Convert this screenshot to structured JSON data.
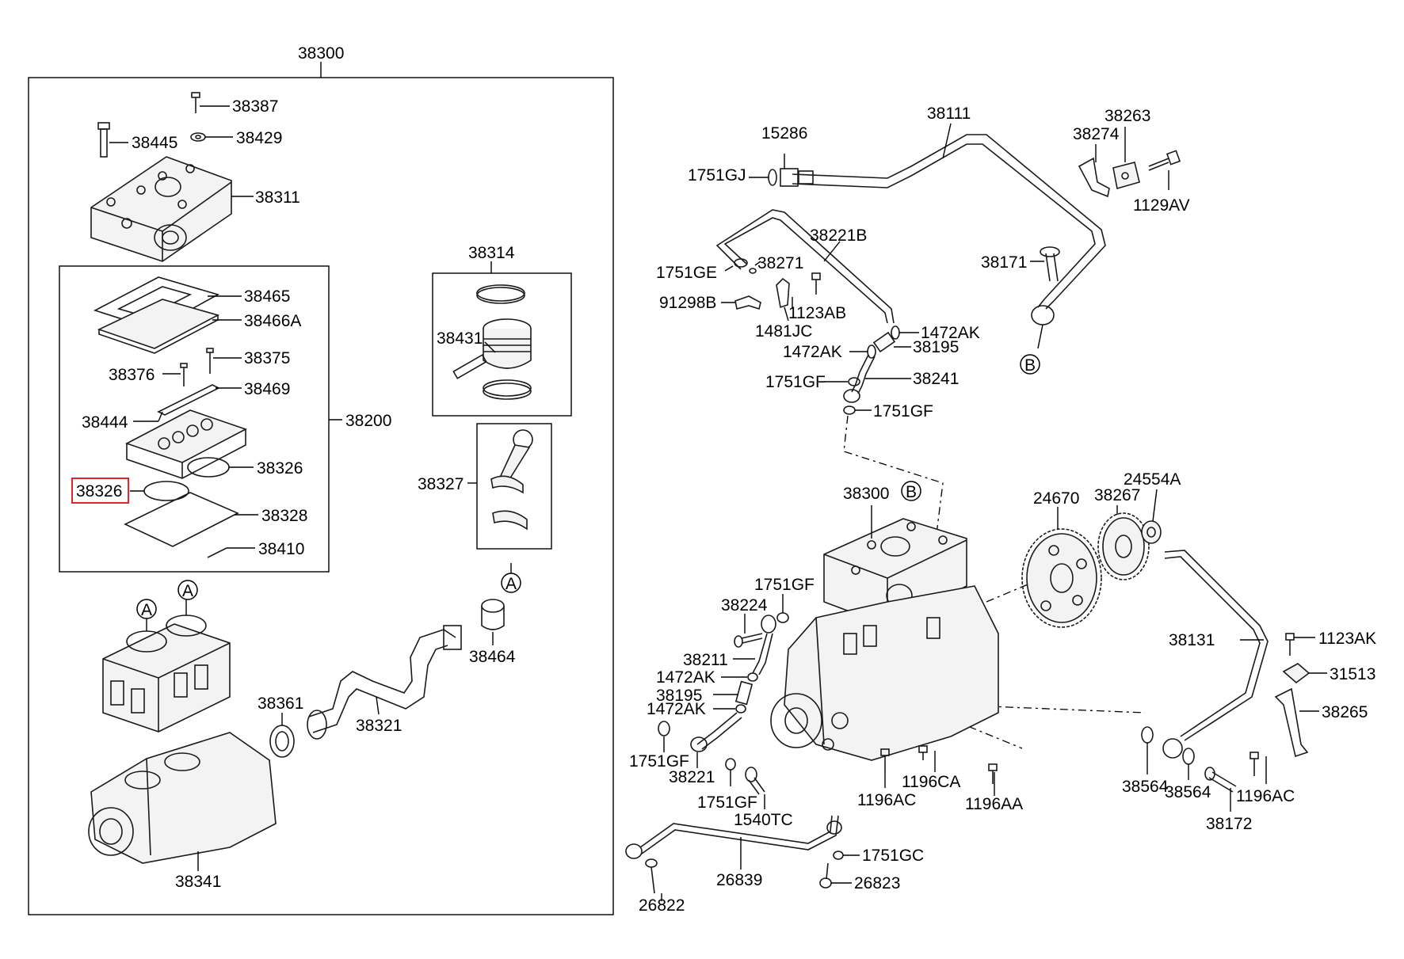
{
  "refs": {
    "A1": "A",
    "A2": "A",
    "A3": "A",
    "B1": "B",
    "B2": "B"
  },
  "labels": [
    {
      "id": "p38300_top",
      "text": "38300"
    },
    {
      "id": "p38387",
      "text": "38387"
    },
    {
      "id": "p38445",
      "text": "38445"
    },
    {
      "id": "p38429",
      "text": "38429"
    },
    {
      "id": "p38311",
      "text": "38311"
    },
    {
      "id": "p38465",
      "text": "38465"
    },
    {
      "id": "p38466A",
      "text": "38466A"
    },
    {
      "id": "p38376",
      "text": "38376"
    },
    {
      "id": "p38375",
      "text": "38375"
    },
    {
      "id": "p38469",
      "text": "38469"
    },
    {
      "id": "p38444",
      "text": "38444"
    },
    {
      "id": "p38200",
      "text": "38200"
    },
    {
      "id": "p38326a",
      "text": "38326"
    },
    {
      "id": "p38326b",
      "text": "38326"
    },
    {
      "id": "p38328",
      "text": "38328"
    },
    {
      "id": "p38410",
      "text": "38410"
    },
    {
      "id": "p38314",
      "text": "38314"
    },
    {
      "id": "p38431",
      "text": "38431"
    },
    {
      "id": "p38327",
      "text": "38327"
    },
    {
      "id": "p38464",
      "text": "38464"
    },
    {
      "id": "p38361",
      "text": "38361"
    },
    {
      "id": "p38321",
      "text": "38321"
    },
    {
      "id": "p38341",
      "text": "38341"
    },
    {
      "id": "p38111",
      "text": "38111"
    },
    {
      "id": "p15286",
      "text": "15286"
    },
    {
      "id": "p1751GJ",
      "text": "1751GJ"
    },
    {
      "id": "p38263",
      "text": "38263"
    },
    {
      "id": "p38274",
      "text": "38274"
    },
    {
      "id": "p1129AV",
      "text": "1129AV"
    },
    {
      "id": "p38221B",
      "text": "38221B"
    },
    {
      "id": "p1751GE",
      "text": "1751GE"
    },
    {
      "id": "p38271",
      "text": "38271"
    },
    {
      "id": "p91298B",
      "text": "91298B"
    },
    {
      "id": "p1123AB",
      "text": "1123AB"
    },
    {
      "id": "p1481JC",
      "text": "1481JC"
    },
    {
      "id": "p38171",
      "text": "38171"
    },
    {
      "id": "p1472AK_a",
      "text": "1472AK"
    },
    {
      "id": "p1472AK_b",
      "text": "1472AK"
    },
    {
      "id": "p38195_a",
      "text": "38195"
    },
    {
      "id": "p1751GF_a",
      "text": "1751GF"
    },
    {
      "id": "p38241",
      "text": "38241"
    },
    {
      "id": "p1751GF_b",
      "text": "1751GF"
    },
    {
      "id": "p38300_mid",
      "text": "38300"
    },
    {
      "id": "p24670",
      "text": "24670"
    },
    {
      "id": "p38267",
      "text": "38267"
    },
    {
      "id": "p24554A",
      "text": "24554A"
    },
    {
      "id": "p1751GF_c",
      "text": "1751GF"
    },
    {
      "id": "p38224",
      "text": "38224"
    },
    {
      "id": "p38211",
      "text": "38211"
    },
    {
      "id": "p1472AK_c",
      "text": "1472AK"
    },
    {
      "id": "p38195_b",
      "text": "38195"
    },
    {
      "id": "p1472AK_d",
      "text": "1472AK"
    },
    {
      "id": "p1751GF_d",
      "text": "1751GF"
    },
    {
      "id": "p38221",
      "text": "38221"
    },
    {
      "id": "p1751GF_e",
      "text": "1751GF"
    },
    {
      "id": "p1540TC",
      "text": "1540TC"
    },
    {
      "id": "p1196AC_a",
      "text": "1196AC"
    },
    {
      "id": "p1196CA",
      "text": "1196CA"
    },
    {
      "id": "p1196AA",
      "text": "1196AA"
    },
    {
      "id": "p38131",
      "text": "38131"
    },
    {
      "id": "p1123AK",
      "text": "1123AK"
    },
    {
      "id": "p31513",
      "text": "31513"
    },
    {
      "id": "p38265",
      "text": "38265"
    },
    {
      "id": "p38564_a",
      "text": "38564"
    },
    {
      "id": "p38564_b",
      "text": "38564"
    },
    {
      "id": "p38172",
      "text": "38172"
    },
    {
      "id": "p1196AC_b",
      "text": "1196AC"
    },
    {
      "id": "p1751GC",
      "text": "1751GC"
    },
    {
      "id": "p26839",
      "text": "26839"
    },
    {
      "id": "p26823",
      "text": "26823"
    },
    {
      "id": "p26822",
      "text": "26822"
    }
  ],
  "highlighted_part": "38326",
  "highlight_color": "#e0262b"
}
